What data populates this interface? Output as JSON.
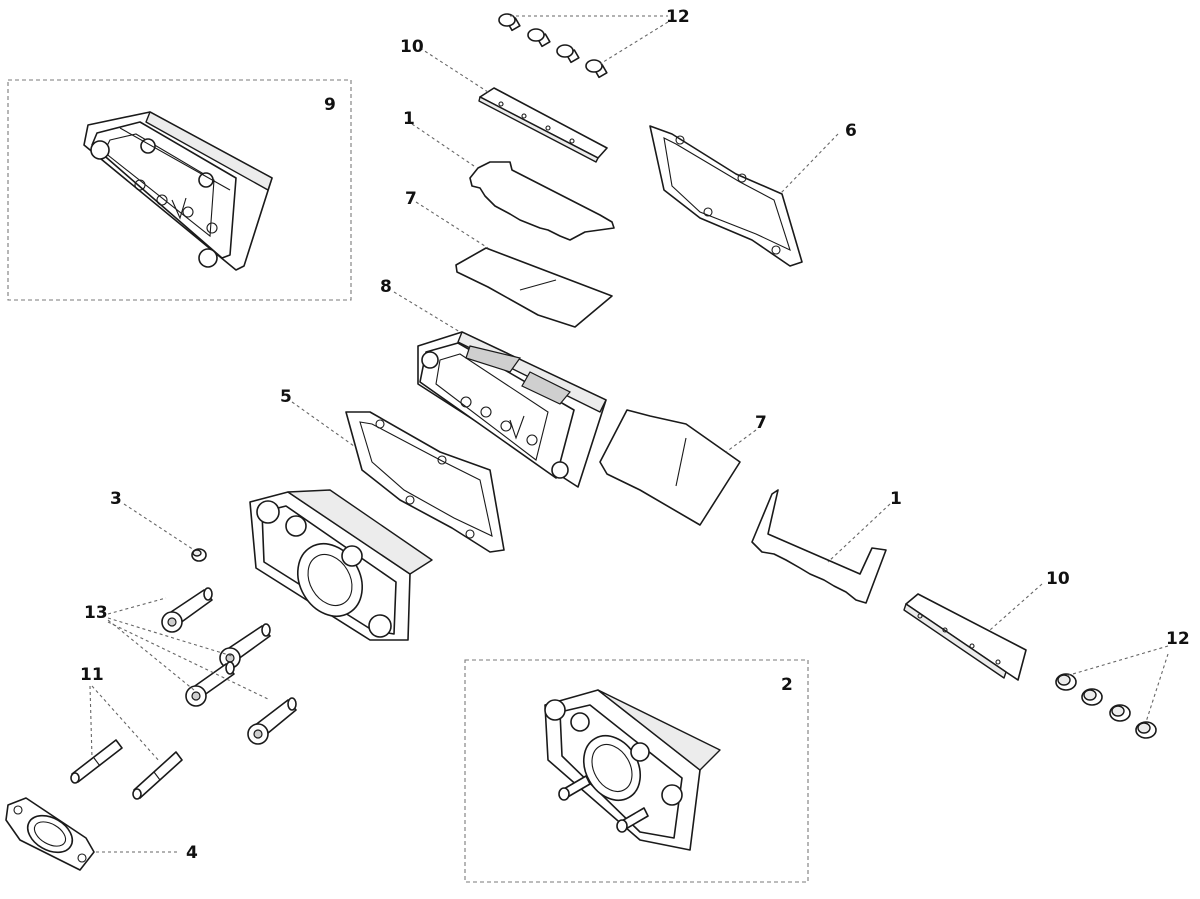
{
  "callouts": {
    "c1a": "1",
    "c1b": "1",
    "c2": "2",
    "c3": "3",
    "c4": "4",
    "c5": "5",
    "c6": "6",
    "c7a": "7",
    "c7b": "7",
    "c8": "8",
    "c9": "9",
    "c10a": "10",
    "c10b": "10",
    "c11": "11",
    "c12a": "12",
    "c12b": "12",
    "c13": "13"
  }
}
